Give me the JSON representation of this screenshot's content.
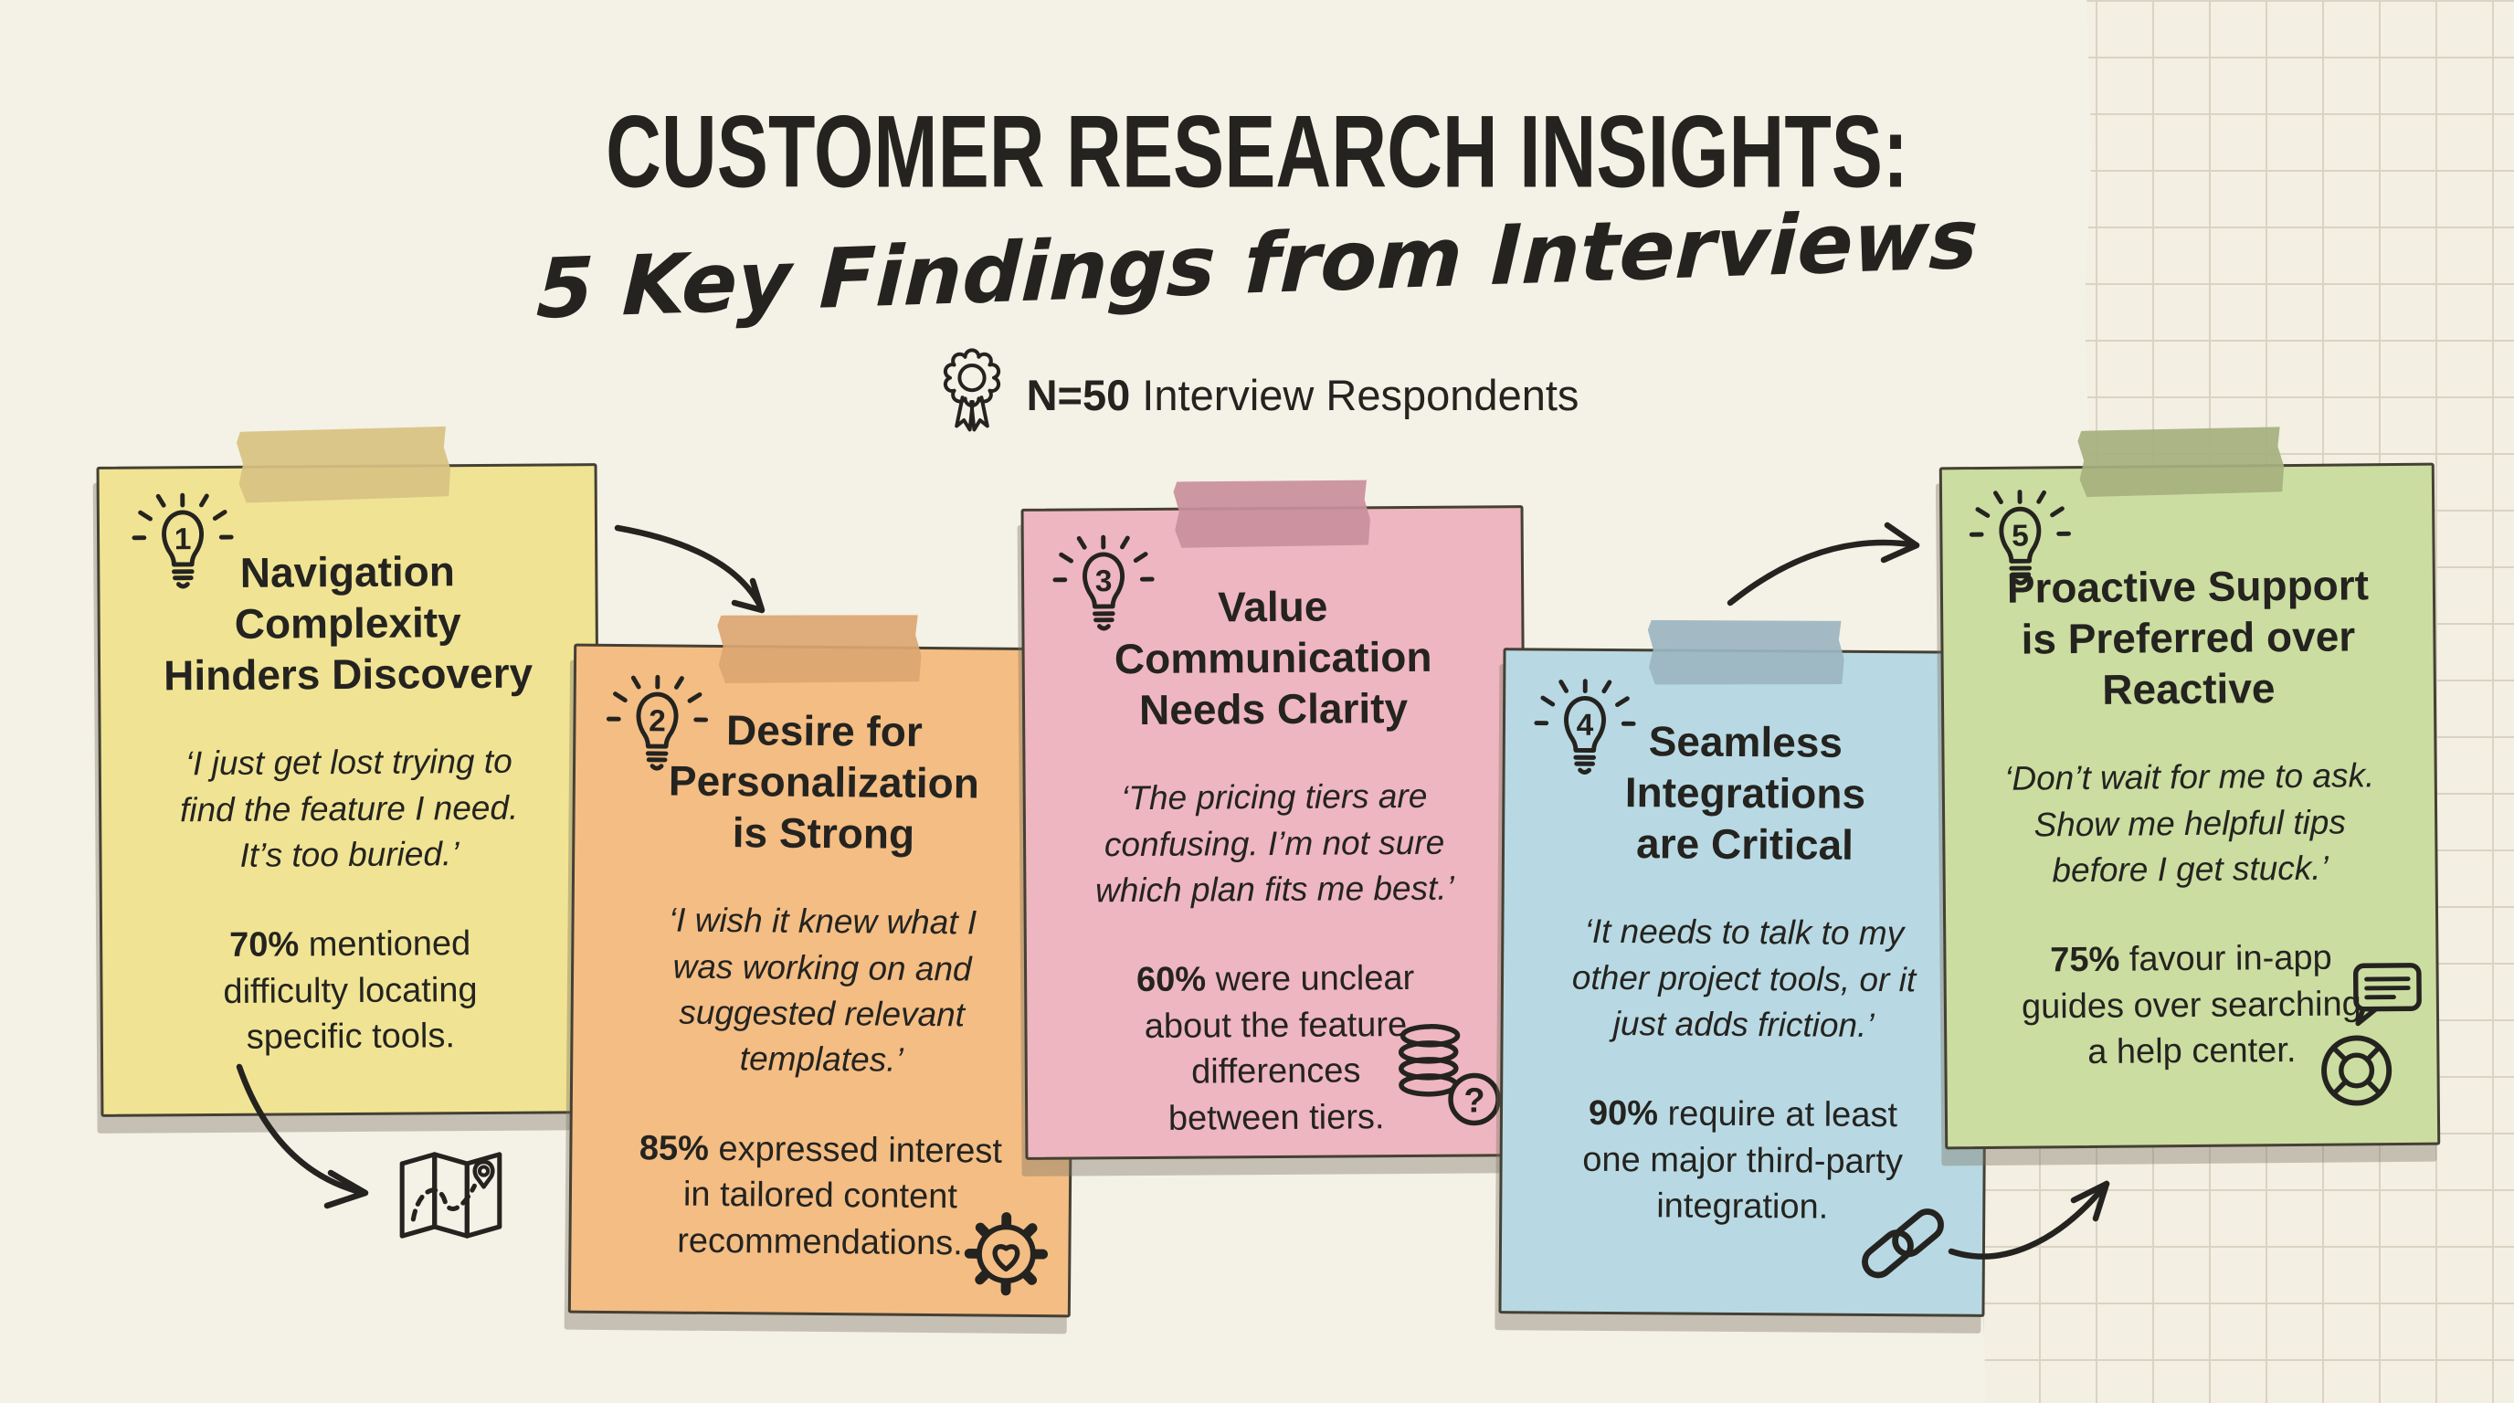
{
  "header": {
    "title": "CUSTOMER RESEARCH INSIGHTS:",
    "subtitle": "5 Key Findings from Interviews",
    "badge_bold": "N=50",
    "badge_rest": " Interview Respondents"
  },
  "notes": [
    {
      "number": "1",
      "title": "Navigation\nComplexity\nHinders Discovery",
      "quote": "‘I just get lost trying to\nfind the feature I need.\nIt’s too buried.’",
      "stat_bold": "70%",
      "stat_rest": " mentioned\ndifficulty locating\nspecific tools.",
      "color": "#f0e494",
      "tape_color": "#d8c383",
      "icon": "map-icon"
    },
    {
      "number": "2",
      "title": "Desire for\nPersonalization\nis Strong",
      "quote": "‘I wish it knew what I\nwas working on and\nsuggested relevant\ntemplates.’",
      "stat_bold": "85%",
      "stat_rest": " expressed interest\nin tailored content\nrecommendations.",
      "color": "#f3bd84",
      "tape_color": "#dda672",
      "icon": "gear-heart-icon"
    },
    {
      "number": "3",
      "title": "Value\nCommunication\nNeeds Clarity",
      "quote": "‘The pricing tiers are\nconfusing. I’m not sure\nwhich plan fits me best.’",
      "stat_bold": "60%",
      "stat_rest": " were unclear\nabout the feature\ndifferences\nbetween tiers.",
      "color": "#eeb6c0",
      "tape_color": "#c9909d",
      "icon": "coins-question-icon",
      "icon_label": "?"
    },
    {
      "number": "4",
      "title": "Seamless\nIntegrations\nare Critical",
      "quote": "‘It needs to talk to my\nother project tools, or it\njust adds friction.’",
      "stat_bold": "90%",
      "stat_rest": " require at least\none major third-party\nintegration.",
      "color": "#b8d9e3",
      "tape_color": "#9cb6c2",
      "icon": "chain-link-icon"
    },
    {
      "number": "5",
      "title": "Proactive Support\nis Preferred over\nReactive",
      "quote": "‘Don’t wait for me to ask.\nShow me helpful tips\nbefore I get stuck.’",
      "stat_bold": "75%",
      "stat_rest": " favour in-app\nguides over searching\na help center.",
      "color": "#cbdda1",
      "tape_color": "#a6b07e",
      "icon": "chat-lifebuoy-icon"
    }
  ],
  "colors": {
    "paper": "#f4f1e6",
    "grid_bg": "#f3efe2",
    "grid_line": "#dad3c2",
    "ink": "#24231f",
    "shadow": "rgba(122,114,96,0.38)"
  }
}
